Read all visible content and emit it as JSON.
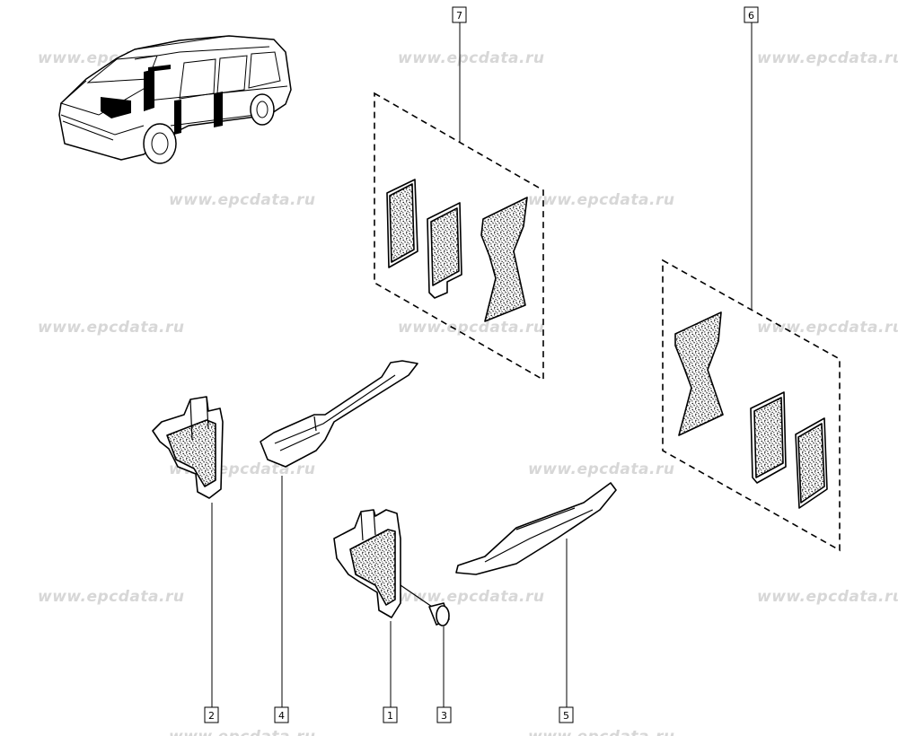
{
  "watermark": {
    "text": "www.epcdata.ru",
    "color": "#d7d7d7"
  },
  "callouts": [
    {
      "id": "callout-1",
      "number": "1"
    },
    {
      "id": "callout-2",
      "number": "2"
    },
    {
      "id": "callout-3",
      "number": "3"
    },
    {
      "id": "callout-4",
      "number": "4"
    },
    {
      "id": "callout-5",
      "number": "5"
    },
    {
      "id": "callout-6",
      "number": "6"
    },
    {
      "id": "callout-7",
      "number": "7"
    }
  ],
  "icons": {
    "vehicle": "van-locator-icon",
    "fastener": "clip-fastener-icon"
  }
}
